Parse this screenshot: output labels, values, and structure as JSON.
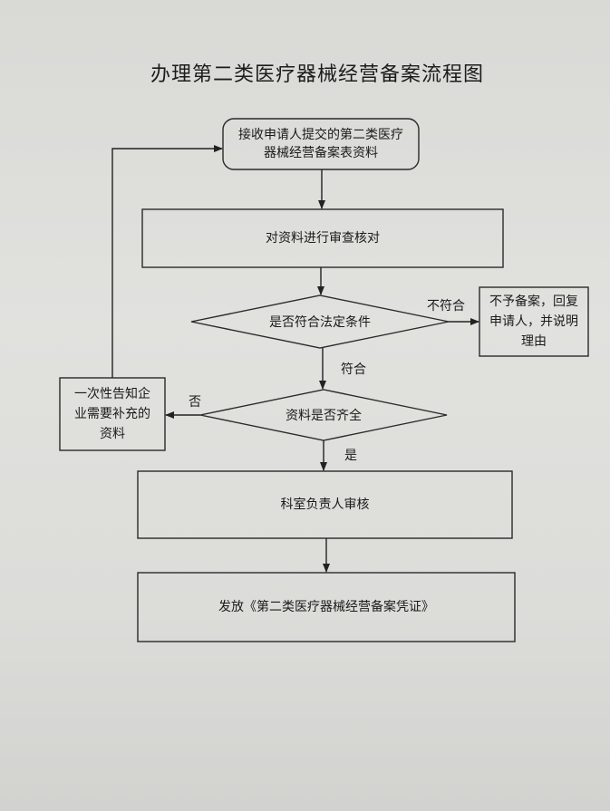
{
  "title": "办理第二类医疗器械经营备案流程图",
  "nodes": {
    "receive": "接收申请人提交的第二类医疗器械经营备案表资料",
    "review": "对资料进行审查核对",
    "check_legal": "是否符合法定条件",
    "reject": "不予备案，回复申请人，并说明理由",
    "check_complete": "资料是否齐全",
    "notify_supplement": "一次性告知企业需要补充的资料",
    "section_review": "科室负责人审核",
    "issue": "发放《第二类医疗器械经营备案凭证》"
  },
  "edge_labels": {
    "not_conform": "不符合",
    "conform": "符合",
    "no": "否",
    "yes": "是"
  }
}
